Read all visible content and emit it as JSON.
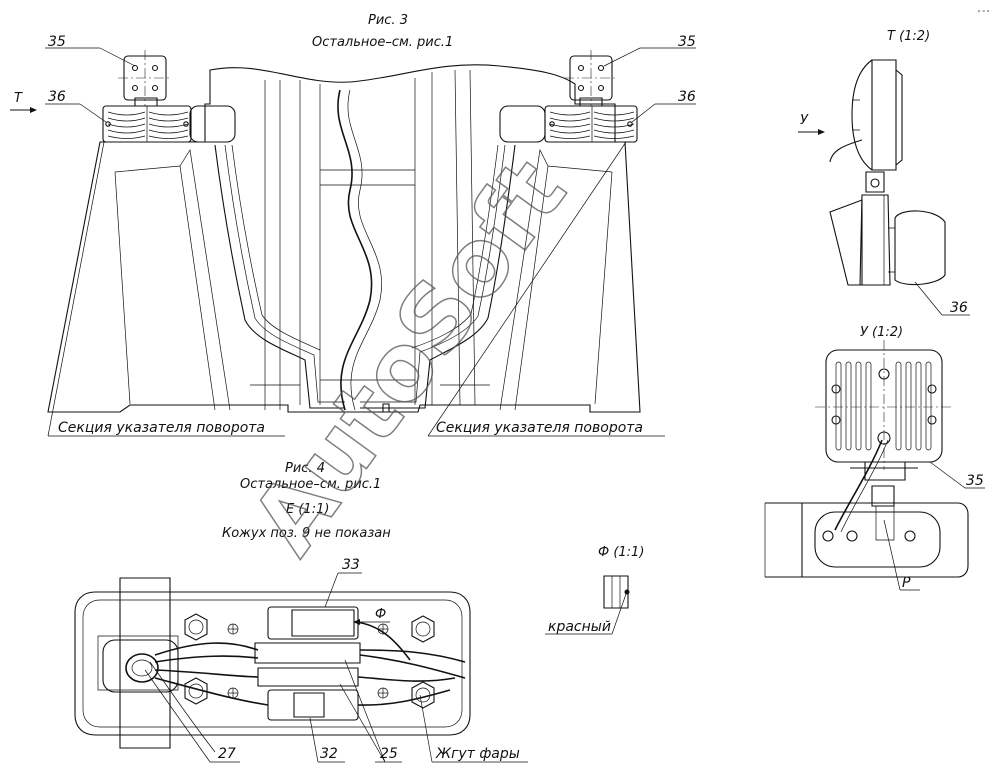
{
  "fig3": {
    "title": "Рис. 3",
    "subtitle": "Остальное–см. рис.1",
    "left_label": "Секция указателя поворота",
    "right_label": "Секция указателя поворота",
    "view_arrow": "Т"
  },
  "fig4": {
    "title": "Рис. 4",
    "subtitle": "Остальное–см. рис.1",
    "view": "Е (1:1)",
    "note": "Кожух поз. 9 не показан",
    "harness_label": "Жгут фары",
    "section_mark": "Ф"
  },
  "view_t": {
    "title": "Т (1:2)",
    "arrow": "У"
  },
  "view_u": {
    "title": "У (1:2)",
    "point_label": "Р"
  },
  "view_f": {
    "title": "Ф (1:1)",
    "wire_label": "красный"
  },
  "callouts": {
    "c35_left": "35",
    "c36_left": "36",
    "c35_right": "35",
    "c36_right": "36",
    "c36_view_t": "36",
    "c35_view_u": "35",
    "c33": "33",
    "c32": "32",
    "c25": "25",
    "c27": "27"
  },
  "watermark": "AutoSoft",
  "corner_mark": "ᵖ ᵒ ᵒ"
}
